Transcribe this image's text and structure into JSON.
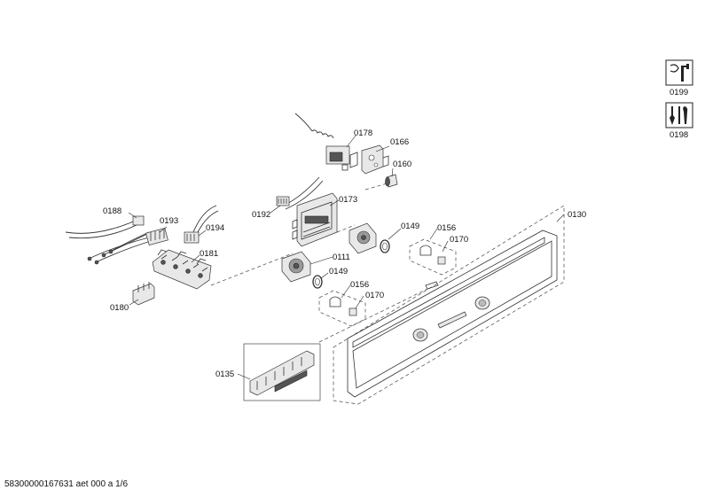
{
  "labels": {
    "l0199": "0199",
    "l0198": "0198",
    "l0178": "0178",
    "l0166": "0166",
    "l0160": "0160",
    "l0173": "0173",
    "l0192": "0192",
    "l0188": "0188",
    "l0193": "0193",
    "l0194": "0194",
    "l0181": "0181",
    "l0180": "0180",
    "l0111": "0111",
    "l0149a": "0149",
    "l0156a": "0156",
    "l0170a": "0170",
    "l0149b": "0149",
    "l0156b": "0156",
    "l0170b": "0170",
    "l0130": "0130",
    "l0135": "0135"
  },
  "footer": "58300000167631 aet 000 a 1/6"
}
